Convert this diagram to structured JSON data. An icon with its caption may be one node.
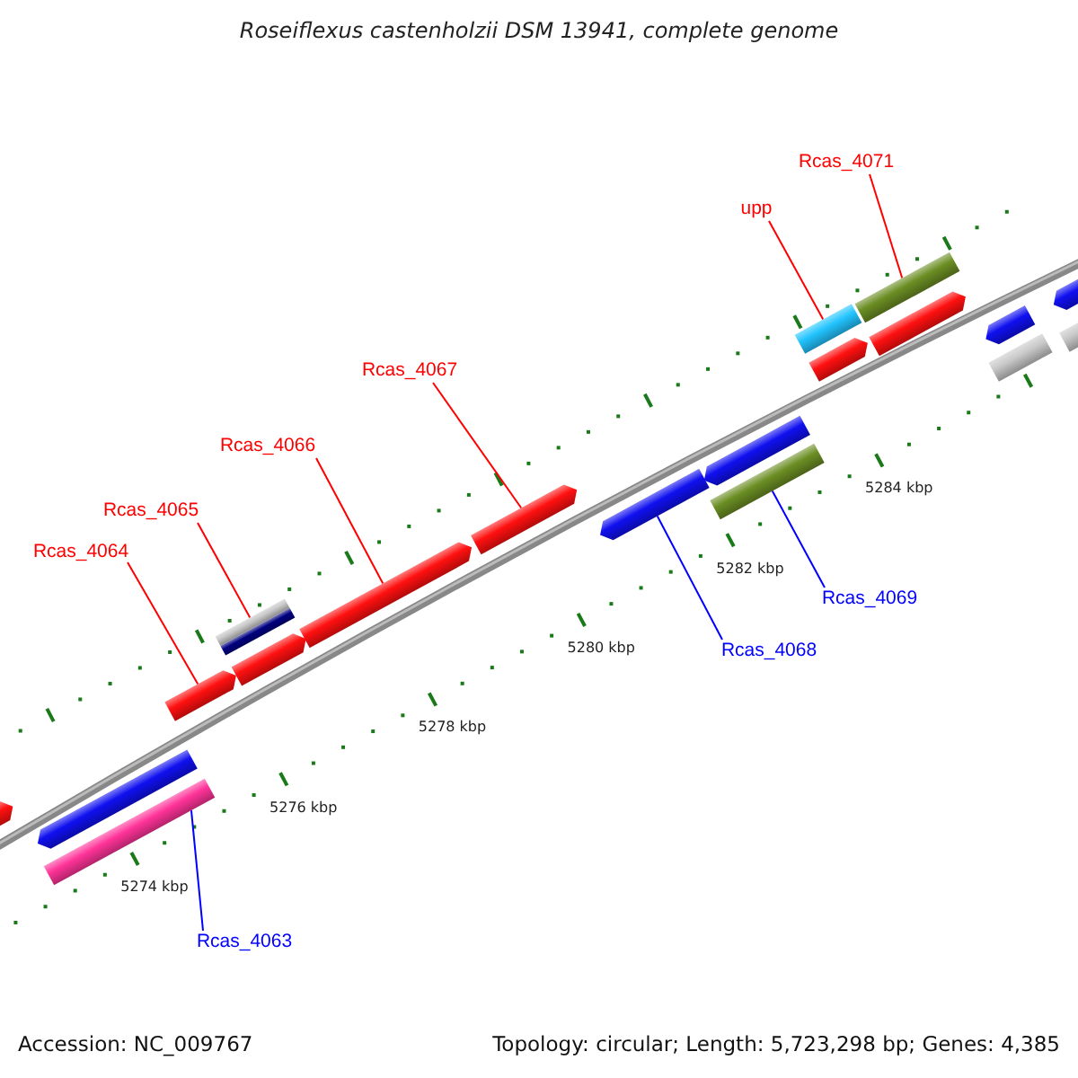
{
  "diagram": {
    "title": "Roseiflexus castenholzii DSM 13941, complete genome",
    "nodes": [
      {
        "text": [
          "Rcas_4071"
        ]
      },
      {
        "text": [
          "upp"
        ]
      },
      {
        "text": [
          "Rcas_4067"
        ]
      },
      {
        "text": [
          "Rcas_4066"
        ]
      },
      {
        "text": [
          "Rcas_4065"
        ]
      },
      {
        "text": [
          "Rcas_4064"
        ]
      },
      {
        "text": [
          "Rcas_4069"
        ]
      },
      {
        "text": [
          "Rcas_4068"
        ]
      },
      {
        "text": [
          "Rcas_4063"
        ]
      },
      {
        "text": [],
        "shape": "bar"
      },
      {
        "text": [],
        "shape": "bar"
      },
      {
        "text": [],
        "shape": "bar"
      },
      {
        "text": [],
        "shape": "bar"
      },
      {
        "text": [],
        "shape": "bar"
      },
      {
        "text": [],
        "shape": "bar"
      },
      {
        "text": [],
        "shape": "bar"
      },
      {
        "text": [],
        "shape": "bar"
      },
      {
        "text": [],
        "shape": "bar"
      },
      {
        "text": [],
        "shape": "bar"
      },
      {
        "text": [],
        "shape": "bar"
      },
      {
        "text": [],
        "shape": "bar"
      },
      {
        "text": [],
        "shape": "bar"
      },
      {
        "text": [],
        "shape": "bar"
      },
      {
        "text": [],
        "shape": "bar"
      },
      {
        "text": [],
        "shape": "bar"
      },
      {
        "text": [],
        "shape": "bar"
      },
      {
        "text": [],
        "shape": "bar"
      },
      {
        "text": [],
        "shape": "bar"
      }
    ],
    "edges": [
      {
        "from": 0,
        "to": 22,
        "arrow": "none"
      },
      {
        "from": 1,
        "to": 20,
        "arrow": "none"
      },
      {
        "from": 2,
        "to": 16,
        "arrow": "none"
      },
      {
        "from": 3,
        "to": 15,
        "arrow": "none"
      },
      {
        "from": 4,
        "to": 13,
        "arrow": "none"
      },
      {
        "from": 5,
        "to": 12,
        "arrow": "none"
      },
      {
        "from": 6,
        "to": 19,
        "arrow": "none",
        "color": "#0000ff"
      },
      {
        "from": 7,
        "to": 17,
        "arrow": "none",
        "color": "#0000ff"
      },
      {
        "from": 8,
        "to": 11,
        "arrow": "none",
        "color": "#0000ff"
      }
    ],
    "labels": [
      "5274 kbp",
      "5276 kbp",
      "5278 kbp",
      "5280 kbp",
      "5282 kbp",
      "5284 kbp",
      "Accession: NC_009767",
      "Topology: circular; Length: 5,723,298 bp; Genes: 4,385"
    ]
  }
}
